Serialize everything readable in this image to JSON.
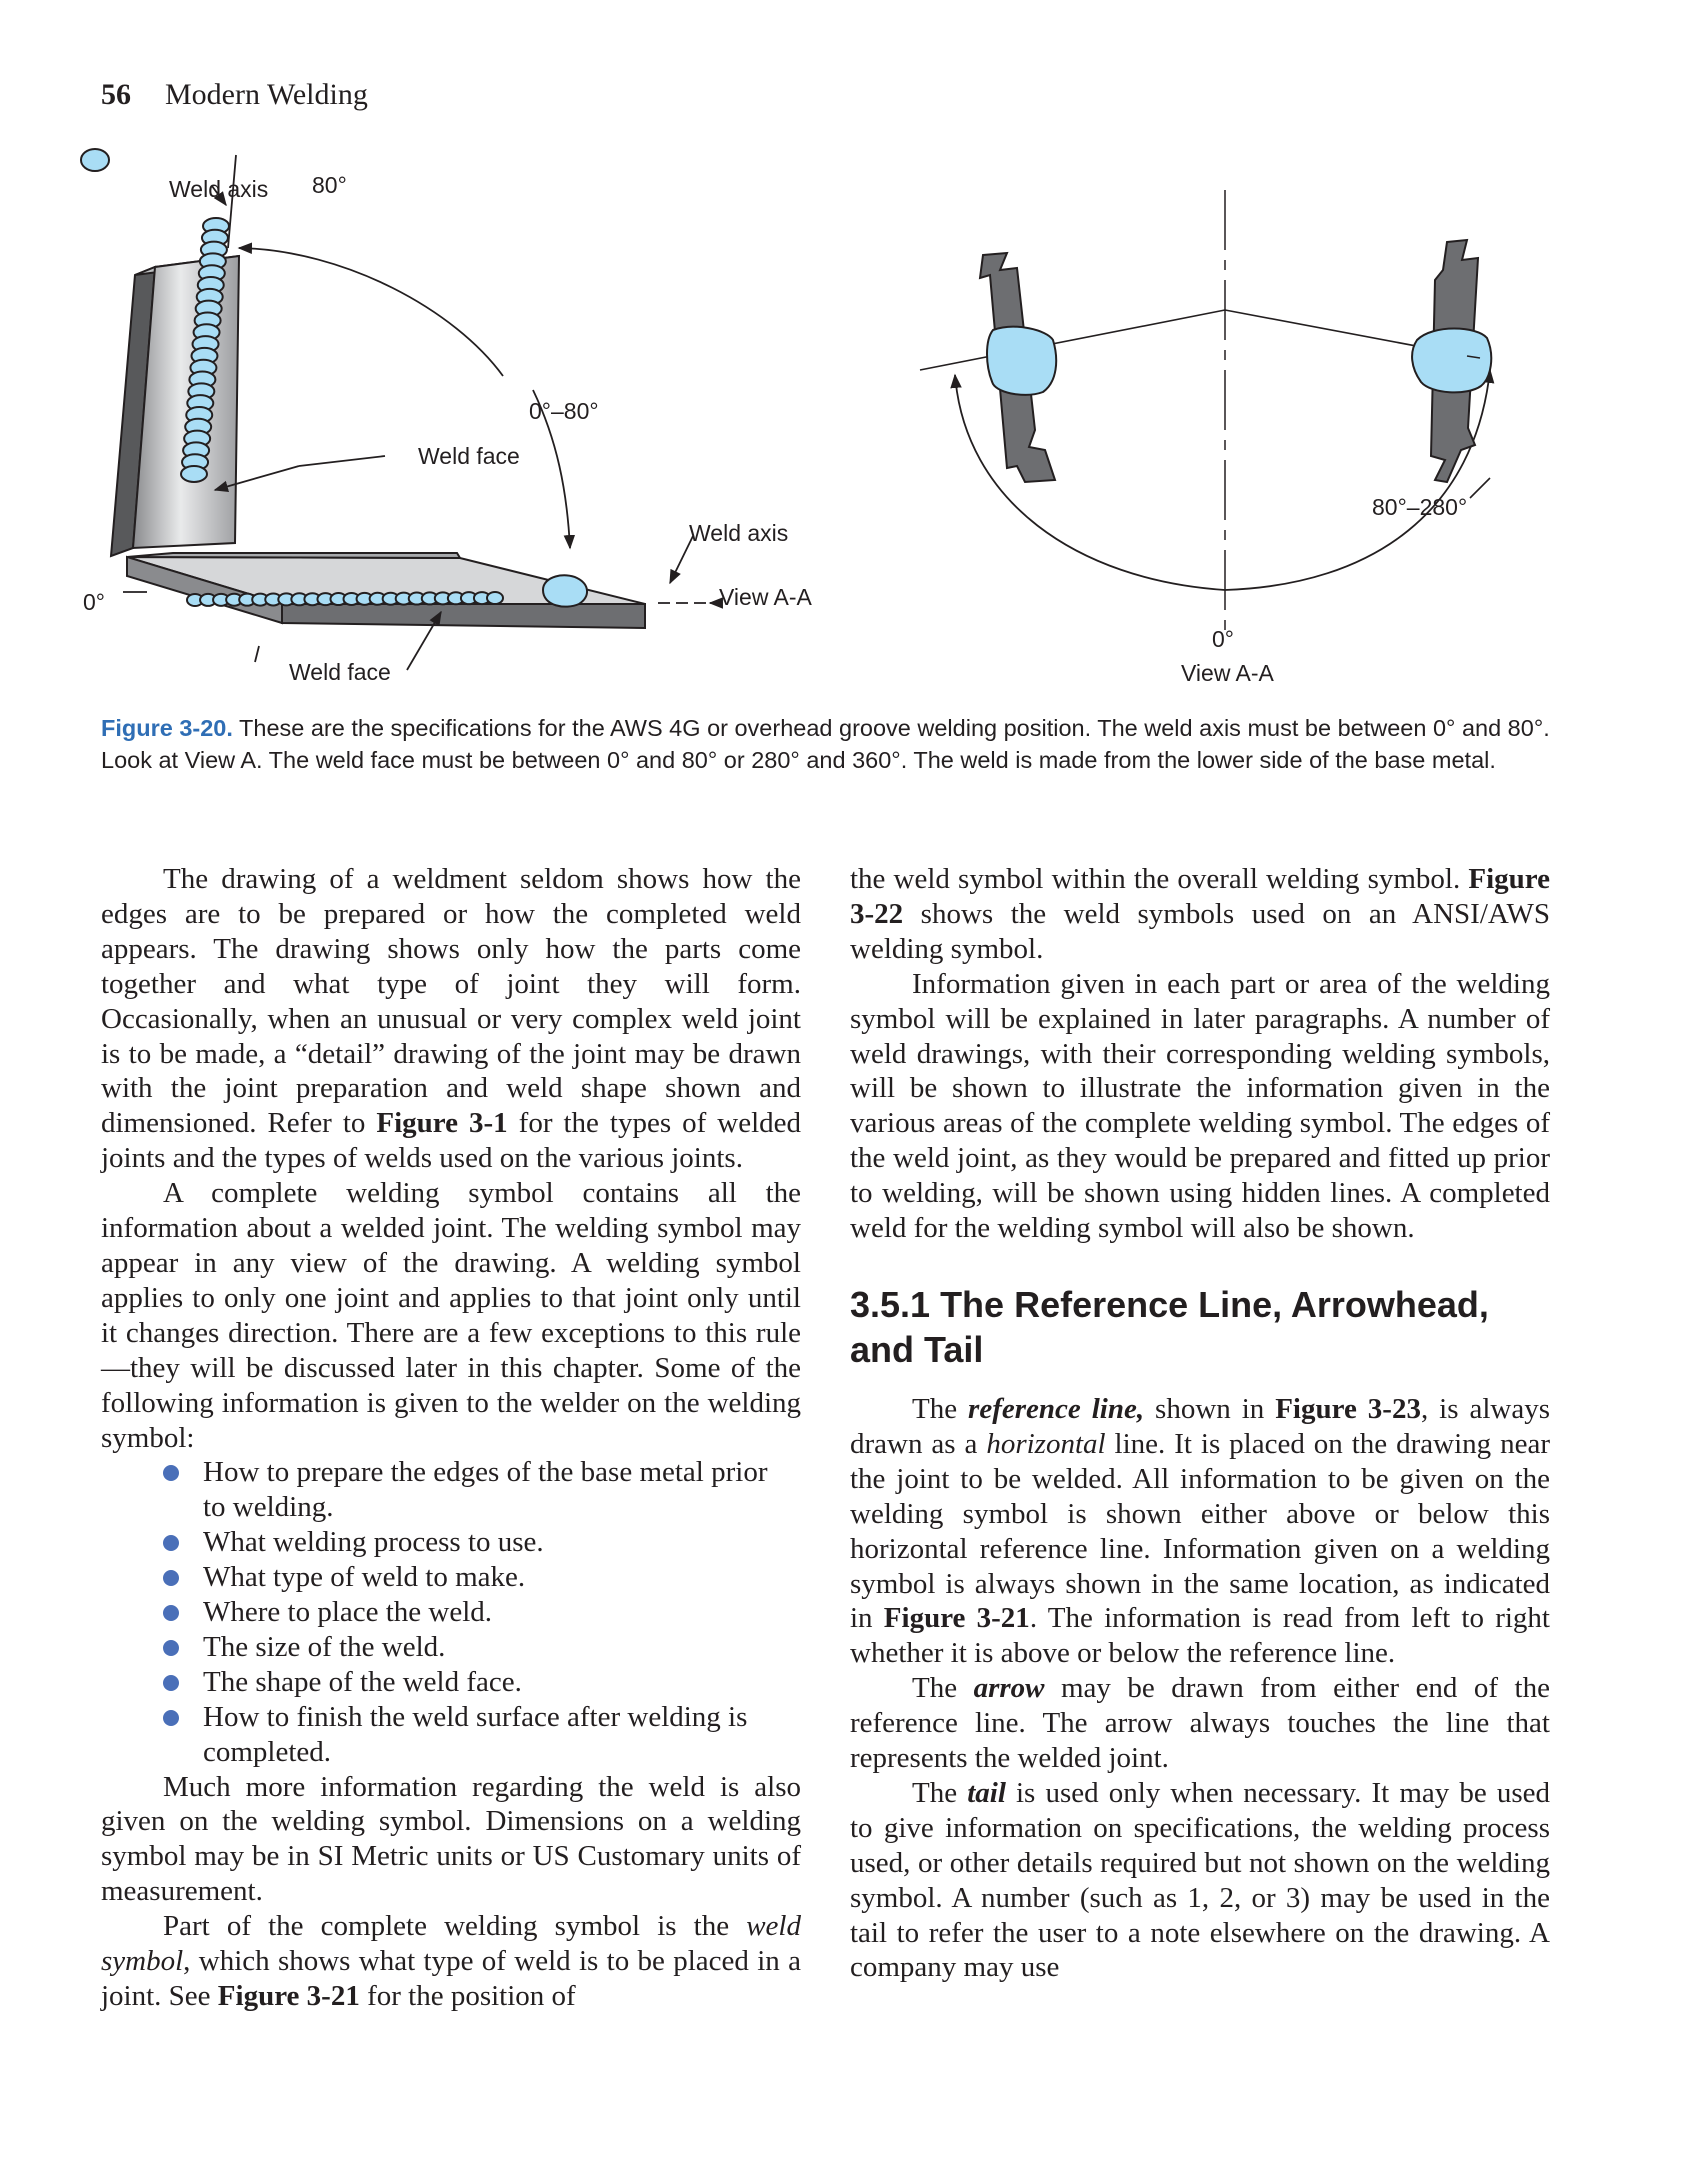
{
  "header": {
    "page_number": "56",
    "book_title": "Modern Welding"
  },
  "figure": {
    "labels": {
      "weld_axis_top": "Weld axis",
      "angle_80": "80°",
      "angle_0_80": "0°–80°",
      "weld_face_upper": "Weld face",
      "weld_axis_right": "Weld axis",
      "view_aa_arrow": "View A-A",
      "angle_0_left": "0°",
      "weld_face_lower": "Weld face",
      "angle_80_280": "80°–280°",
      "angle_0_bottom": "0°",
      "view_aa_caption": "View A-A"
    },
    "colors": {
      "bead": "#a9ddf5",
      "plate_dark": "#6d6e71",
      "plate_light": "#d6d7d9",
      "accent": "#2f6eb5"
    }
  },
  "caption": {
    "label": "Figure 3-20.",
    "text": "These are the specifications for the AWS 4G or overhead groove welding position. The weld axis must be between 0° and 80°. Look at View A. The weld face must be between 0° and 80° or 280° and 360°. The weld is made from the lower side of the base metal."
  },
  "left_column": {
    "p1": {
      "a": "The drawing of a weldment seldom shows how the edges are to be prepared or how the completed weld appears. The drawing shows only how the parts come together and what type of joint they will form. Occasionally, when an unusual or very complex weld joint is to be made, a “detail” drawing of the joint may be drawn with the joint preparation and weld shape shown and dimensioned. Refer to ",
      "ref": "Figure 3-1",
      "b": " for the types of welded joints and the types of welds used on the various joints."
    },
    "p2": "A complete welding symbol contains all the information about a welded joint. The welding symbol may appear in any view of the drawing. A welding symbol applies to only one joint and applies to that joint only until it changes direction. There are a few exceptions to this rule—they will be discussed later in this chapter. Some of the following information is given to the welder on the welding symbol:",
    "bullets": [
      "How to prepare the edges of the base metal prior to welding.",
      "What welding process to use.",
      "What type of weld to make.",
      "Where to place the weld.",
      "The size of the weld.",
      "The shape of the weld face.",
      "How to finish the weld surface after welding is completed."
    ],
    "p3": "Much more information regarding the weld is also given on the welding symbol. Dimensions on a welding symbol may be in SI Metric units or US Customary units of measurement.",
    "p4": {
      "a": "Part of the complete welding symbol is the ",
      "em": "weld symbol",
      "b": ", which shows what type of weld is to be placed in a joint. See ",
      "ref": "Figure 3-21",
      "c": " for the position of"
    }
  },
  "right_column": {
    "p1": {
      "a": "the weld symbol within the overall welding symbol. ",
      "ref": "Figure 3-22",
      "b": " shows the weld symbols used on an ANSI/AWS welding symbol."
    },
    "p2": "Information given in each part or area of the welding symbol will be explained in later paragraphs. A number of weld drawings, with their corresponding welding symbols, will be shown to illustrate the information given in the various areas of the complete welding symbol. The edges of the weld joint, as they would be prepared and fitted up prior to welding, will be shown using hidden lines. A completed weld for the welding symbol will also be shown.",
    "heading": "3.5.1 The Reference Line, Arrowhead, and Tail",
    "p3": {
      "a": "The ",
      "term": "reference line,",
      "b": " shown in ",
      "ref1": "Figure 3-23",
      "c": ", is always drawn as a ",
      "em": "horizontal",
      "d": " line. It is placed on the drawing near the joint to be welded. All information to be given on the welding symbol is shown either above or below this horizontal reference line. Information given on a welding symbol is always shown in the same location, as indicated in ",
      "ref2": "Figure 3-21",
      "e": ". The information is read from left to right whether it is above or below the reference line."
    },
    "p4": {
      "a": "The ",
      "term": "arrow",
      "b": " may be drawn from either end of the reference line. The arrow always touches the line that represents the welded joint."
    },
    "p5": {
      "a": "The ",
      "term": "tail",
      "b": " is used only when necessary. It may be used to give information on specifications, the welding process used, or other details required but not shown on the welding symbol. A number (such as 1, 2, or 3) may be used in the tail to refer the user to a note elsewhere on the drawing. A company may use"
    }
  }
}
